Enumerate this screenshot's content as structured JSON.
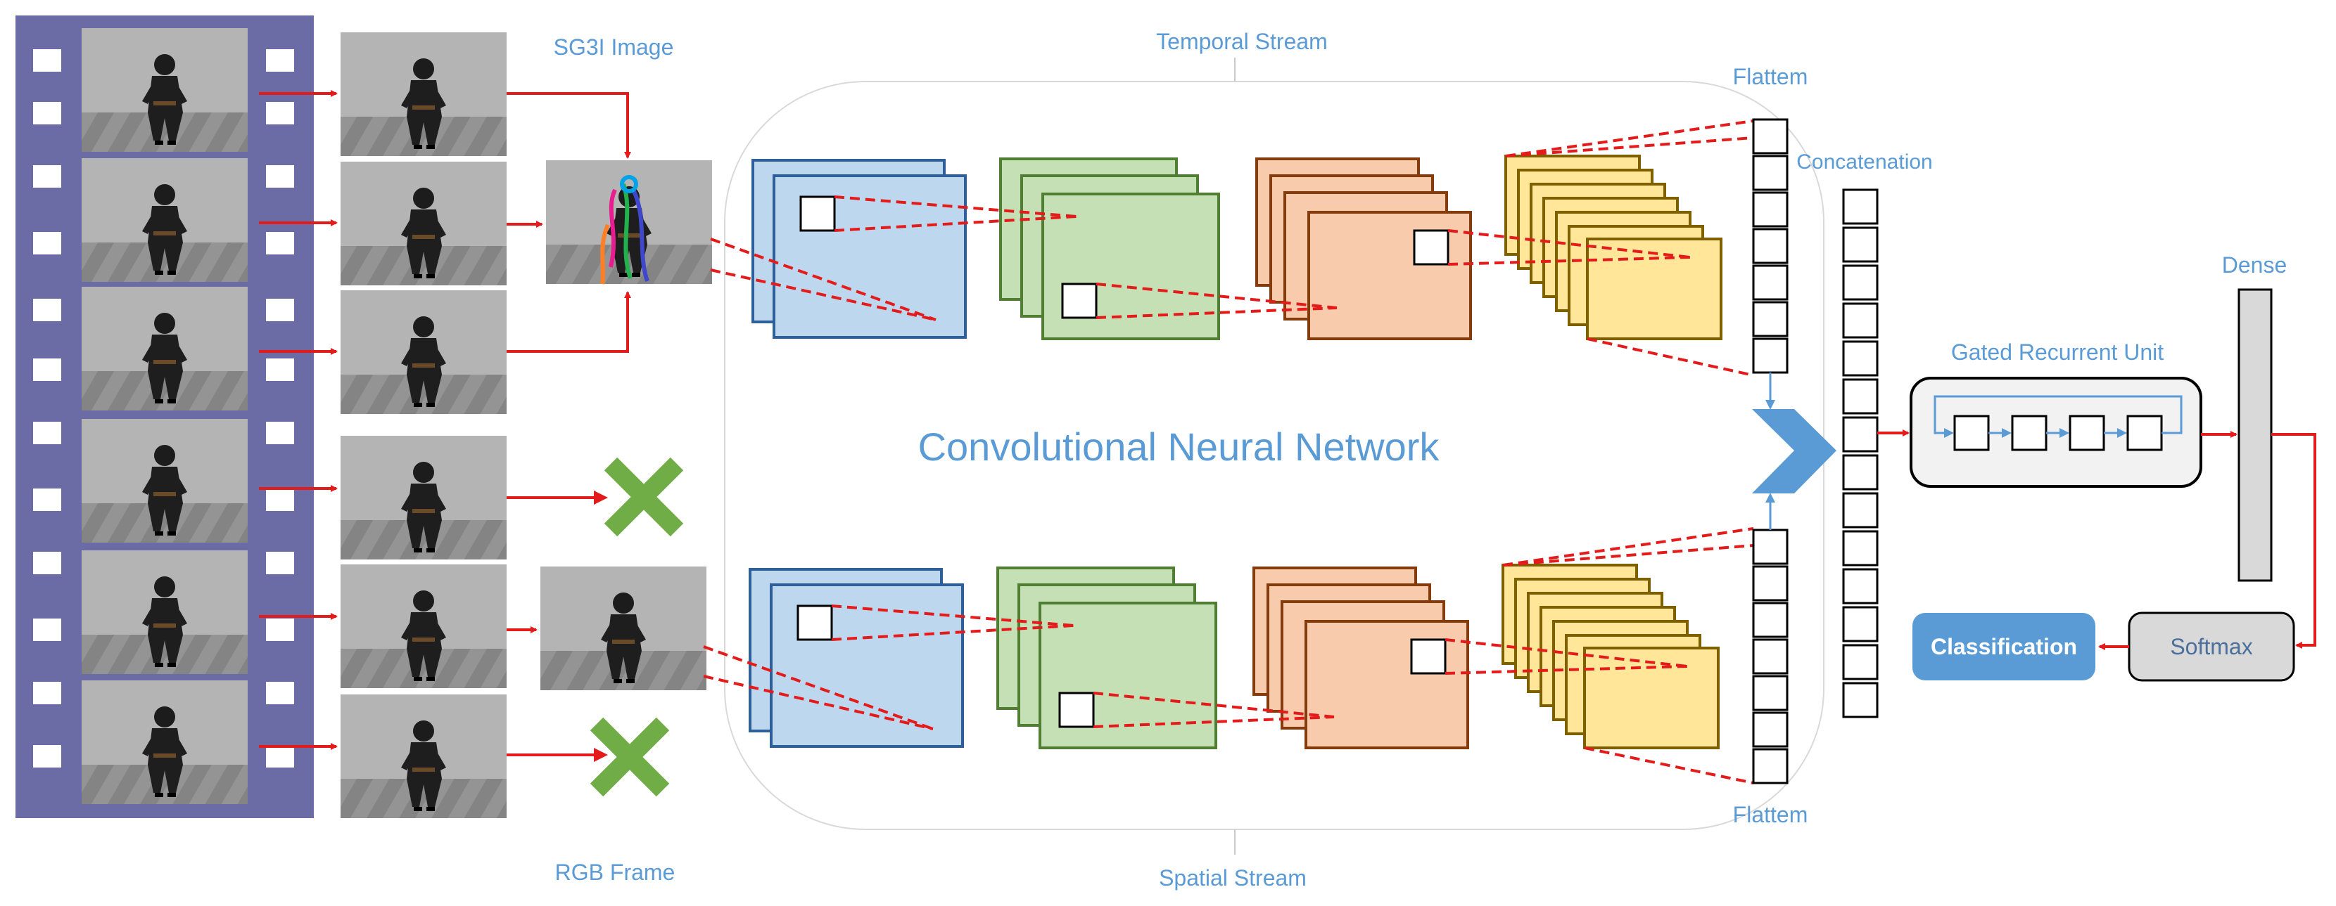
{
  "labels": {
    "sg3i_image": "SG3I Image",
    "temporal_stream": "Temporal Stream",
    "spatial_stream": "Spatial Stream",
    "rgb_frame": "RGB Frame",
    "cnn": "Convolutional Neural Network",
    "flattem_top": "Flattem",
    "flattem_bottom": "Flattem",
    "concatenation": "Concatenation",
    "gru": "Gated Recurrent Unit",
    "dense": "Dense",
    "softmax": "Softmax",
    "classification": "Classification"
  },
  "colors": {
    "film_strip": "#6b6ba6",
    "arrow_red": "#e31b1b",
    "label_blue": "#5b9bd5",
    "cnn_blue_fill": "#bdd7ee",
    "cnn_blue_stroke": "#2e5f99",
    "cnn_green_fill": "#c5e0b4",
    "cnn_green_stroke": "#507e32",
    "cnn_orange_fill": "#f8cbad",
    "cnn_orange_stroke": "#843c0c",
    "cnn_yellow_fill": "#ffe699",
    "cnn_yellow_stroke": "#7f6000",
    "reject_green": "#70ad47",
    "classification_fill": "#5b9bd5",
    "dense_fill": "#d9d9d9"
  },
  "icons": {
    "reject_marks": [
      "x-mark-icon",
      "x-mark-icon"
    ],
    "merge_arrow": "chevron-right-icon"
  }
}
